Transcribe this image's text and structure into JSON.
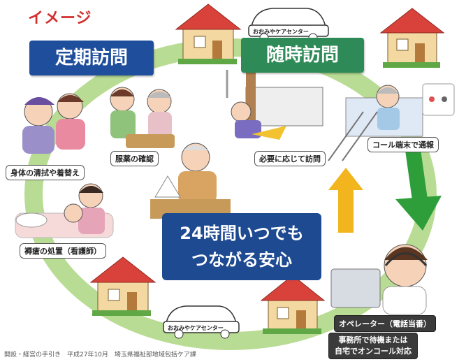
{
  "title_tag": "イメージ",
  "boxes": {
    "regular_visit": "定期訪問",
    "on_demand_visit": "随時訪問",
    "center_line1": "24時間いつでも",
    "center_line2": "つながる安心"
  },
  "labels": {
    "body_care": "身体の清拭や着替え",
    "medication": "服薬の確認",
    "bedsore": "褥瘡の処置（看護師）",
    "visit_as_needed": "必要に応じて訪問",
    "call_terminal": "コール端末で通報",
    "operator": "オペレーター（電話当番）",
    "office_line1": "事務所で待機または",
    "office_line2": "自宅でオンコール対応"
  },
  "car_text": "おおみやケアセンター",
  "footer": "開設・経営の手引き　平成27年10月　埼玉県福祉部地域包括ケア課",
  "colors": {
    "ring": "#b5d98e",
    "blue_box": "#1f4f9c",
    "green_box": "#2e8b57",
    "title_red": "#d32f2f",
    "arrow_green": "#2e9e3a",
    "arrow_yellow": "#f2b51e"
  }
}
